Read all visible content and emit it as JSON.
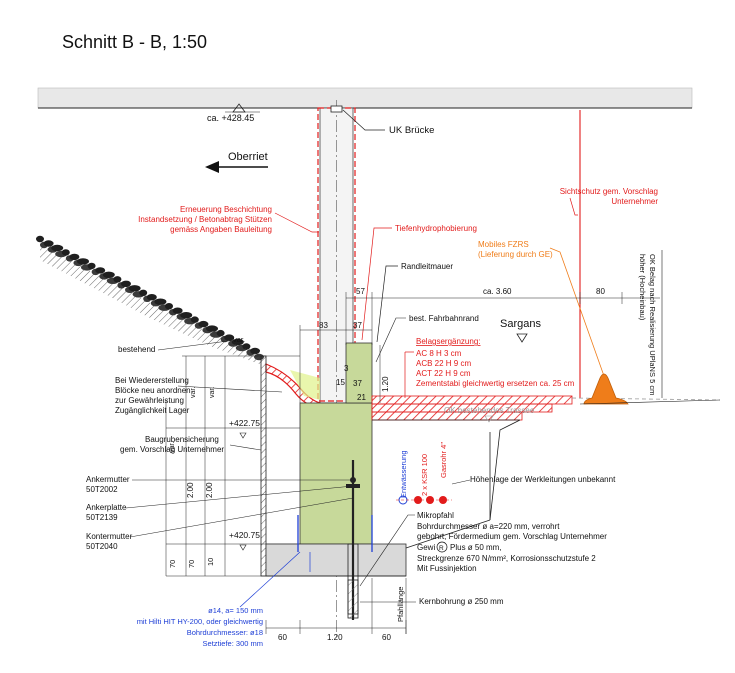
{
  "title": "Schnitt B - B, 1:50",
  "colors": {
    "ink": "#1a1a1a",
    "red": "#e21b1b",
    "orange": "#ef7d1a",
    "blue": "#1e3fd6",
    "concrete": "#c7d99a",
    "slab": "#d9d9d9",
    "bridge": "#e8e8e8"
  },
  "labels": {
    "ca_42845": "ca. +428.45",
    "uk_bruecke": "UK Brücke",
    "oberriet": "Oberriet",
    "sichtschutz_1": "Sichtschutz gem. Vorschlag",
    "sichtschutz_2": "Unternehmer",
    "erneuerung_1": "Erneuerung Beschichtung",
    "erneuerung_2": "Instandsetzung / Betonabtrag Stützen",
    "erneuerung_3": "gemäss Angaben Bauleitung",
    "tiefenhydro": "Tiefenhydrophobierung",
    "mobiles_fzrs_1": "Mobiles FZRS",
    "mobiles_fzrs_2": "(Lieferung durch GE)",
    "ok_belag_1": "OK Belag nach Realisierung UPlaNS 5 cm",
    "ok_belag_2": "höher (Hocheinbau)",
    "randleitmauer": "Randleitmauer",
    "bestehend": "bestehend",
    "var_top": "var.",
    "dim_57": "57",
    "dim_ca360": "ca. 3.60",
    "dim_80": "80",
    "dim_83": "83",
    "dim_37a": "37",
    "dim_37b": "37",
    "dim_120v": "1.20",
    "dim_3": "3",
    "dim_15": "15",
    "dim_21": "21",
    "best_fahrbahnrand": "best. Fahrbahnrand",
    "sargans": "Sargans",
    "belagsergaenzung": "Belagsergänzung:",
    "ac8": "AC 8 H 3 cm",
    "acb22": "ACB 22 H 9 cm",
    "act22": "ACT 22 H 9 cm",
    "zementstabi": "Zementstabi gleichwertig ersetzen ca. 25 cm",
    "ok_trassee": "OK bestehendes Trassee",
    "bloecke_1": "Bei Wiedererstellung",
    "bloecke_2": "Blöcke neu anordnen",
    "bloecke_3": "zur Gewährleistung",
    "bloecke_4": "Zugänglichkeit Lager",
    "var_a": "var.",
    "var_b": "var.",
    "var_c": "var.",
    "kote_42275": "+422.75",
    "baugrube_1": "Baugrubensicherung",
    "baugrube_2": "gem. Vorschlag Unternehmer",
    "entwaesserung": "Entwässerung",
    "ksr": "2 x KSR 100",
    "gasrohr": "Gasrohr 4\"",
    "hoehenlage": "Höhenlage der Werkleitungen unbekannt",
    "ankermutter_1": "Ankermutter",
    "ankermutter_2": "50T2002",
    "ankerplatte_1": "Ankerplatte",
    "ankerplatte_2": "50T2139",
    "kontermutter_1": "Kontermutter",
    "kontermutter_2": "50T2040",
    "dim_200a": "2.00",
    "dim_200b": "2.00",
    "kote_42075": "+420.75",
    "dim_70a": "70",
    "dim_70b": "70",
    "dim_10": "10",
    "mikropfahl_1": "Mikropfahl",
    "mikropfahl_2": "Bohrdurchmesser ø a=220 mm, verrohrt",
    "mikropfahl_3": "gebohrt, Fördermedium gem. Vorschlag Unternehmer",
    "mikropfahl_4a": "Gewi",
    "mikropfahl_4r": "R",
    "mikropfahl_4b": "Plus ø 50 mm,",
    "mikropfahl_5": "Streckgrenze 670 N/mm², Korrosionsschutzstufe 2",
    "mikropfahl_6": "Mit Fussinjektion",
    "pfahllaenge": "Pfahllänge",
    "kernbohrung": "Kernbohrung ø 250 mm",
    "anker_1": "ø14, a= 150 mm",
    "anker_2": "mit Hilti HIT HY-200, oder gleichwertig",
    "anker_3": "Bohrdurchmesser: ø18",
    "anker_4": "Setztiefe: 300 mm",
    "dim_60a": "60",
    "dim_120h": "1.20",
    "dim_60b": "60"
  }
}
